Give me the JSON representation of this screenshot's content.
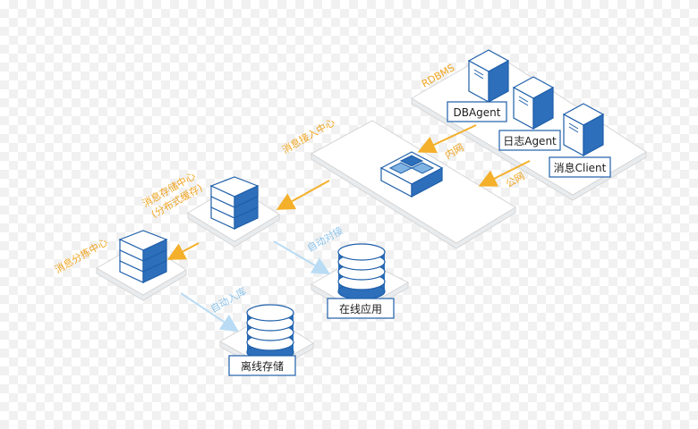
{
  "labels": {
    "dbagent": "DBAgent",
    "log_agent": "日志Agent",
    "msg_client": "消息Client",
    "online_app": "在线应用",
    "offline_storage": "离线存储"
  },
  "annotations": {
    "rdbms": "RDBMS",
    "access_center": "消息接入中心",
    "storage_center_line1": "消息存储中心",
    "storage_center_line2": "(分布式缓存)",
    "dispatch_center": "消息分拣中心",
    "intranet": "内网",
    "public_net": "公网",
    "auto_connect": "自动对接",
    "auto_store": "自动入库"
  },
  "colors": {
    "accent_blue": "#1f5faa",
    "arrow_orange": "#f4b02a",
    "arrow_light_blue": "#b9dcf4"
  }
}
